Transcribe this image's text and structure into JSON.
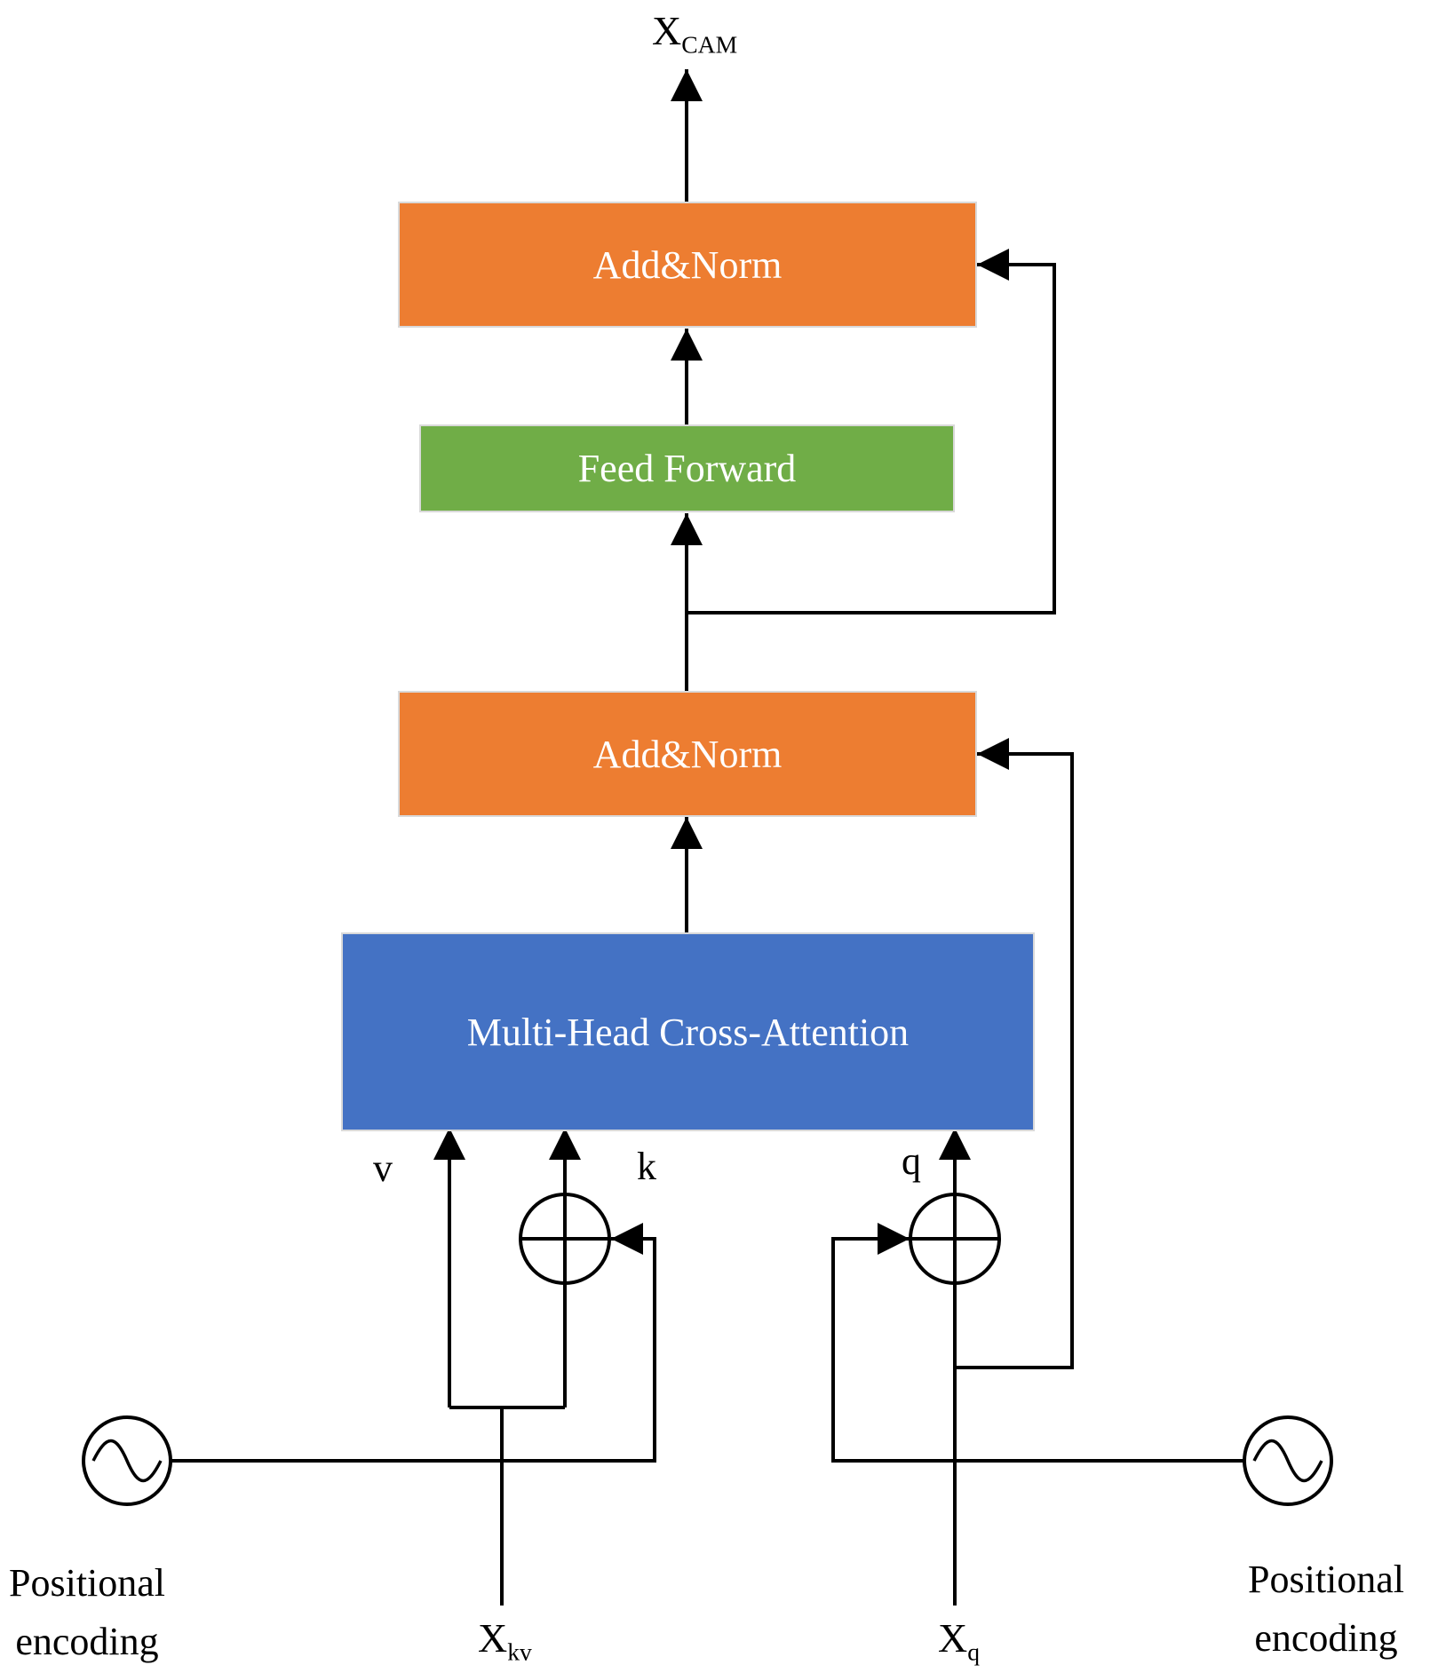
{
  "colors": {
    "add_norm": "#ed7d31",
    "feed_forward": "#70ad47",
    "attention": "#4472c4",
    "line": "#000000"
  },
  "output": {
    "base": "X",
    "sub": "CAM"
  },
  "blocks": {
    "add_norm_top": "Add&Norm",
    "feed_forward": "Feed Forward",
    "add_norm_mid": "Add&Norm",
    "attention": "Multi-Head Cross-Attention"
  },
  "inputs": {
    "v": "v",
    "k": "k",
    "q": "q",
    "kv": {
      "base": "X",
      "sub": "kv"
    },
    "xq": {
      "base": "X",
      "sub": "q"
    }
  },
  "pos_left": {
    "line1": "Positional",
    "line2": "encoding"
  },
  "pos_right": {
    "line1": "Positional",
    "line2": "encoding"
  }
}
